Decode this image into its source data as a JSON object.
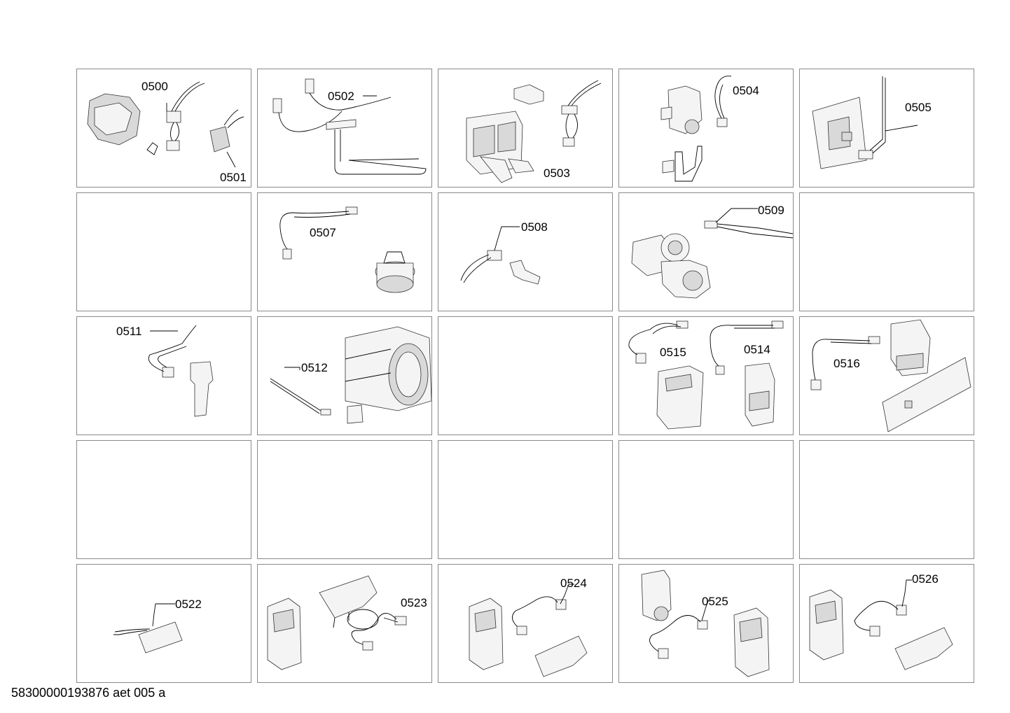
{
  "diagram": {
    "cells": [
      {
        "id": "c00",
        "labels": [
          "0500",
          "0501"
        ]
      },
      {
        "id": "c01",
        "labels": [
          "0502"
        ]
      },
      {
        "id": "c02",
        "labels": [
          "0503"
        ]
      },
      {
        "id": "c03",
        "labels": [
          "0504"
        ]
      },
      {
        "id": "c04",
        "labels": [
          "0505"
        ]
      },
      {
        "id": "c10",
        "labels": []
      },
      {
        "id": "c11",
        "labels": [
          "0507"
        ]
      },
      {
        "id": "c12",
        "labels": [
          "0508"
        ]
      },
      {
        "id": "c13",
        "labels": [
          "0509"
        ]
      },
      {
        "id": "c14",
        "labels": []
      },
      {
        "id": "c20",
        "labels": [
          "0511"
        ]
      },
      {
        "id": "c21",
        "labels": [
          "0512"
        ]
      },
      {
        "id": "c22",
        "labels": []
      },
      {
        "id": "c23",
        "labels": [
          "0515",
          "0514"
        ]
      },
      {
        "id": "c24",
        "labels": [
          "0516"
        ]
      },
      {
        "id": "c30",
        "labels": []
      },
      {
        "id": "c31",
        "labels": []
      },
      {
        "id": "c32",
        "labels": []
      },
      {
        "id": "c33",
        "labels": []
      },
      {
        "id": "c34",
        "labels": []
      },
      {
        "id": "c40",
        "labels": [
          "0522"
        ]
      },
      {
        "id": "c41",
        "labels": [
          "0523"
        ]
      },
      {
        "id": "c42",
        "labels": [
          "0524"
        ]
      },
      {
        "id": "c43",
        "labels": [
          "0525"
        ]
      },
      {
        "id": "c44",
        "labels": [
          "0526"
        ]
      }
    ]
  },
  "footer": {
    "code": "58300000193876 aet 005 a"
  }
}
